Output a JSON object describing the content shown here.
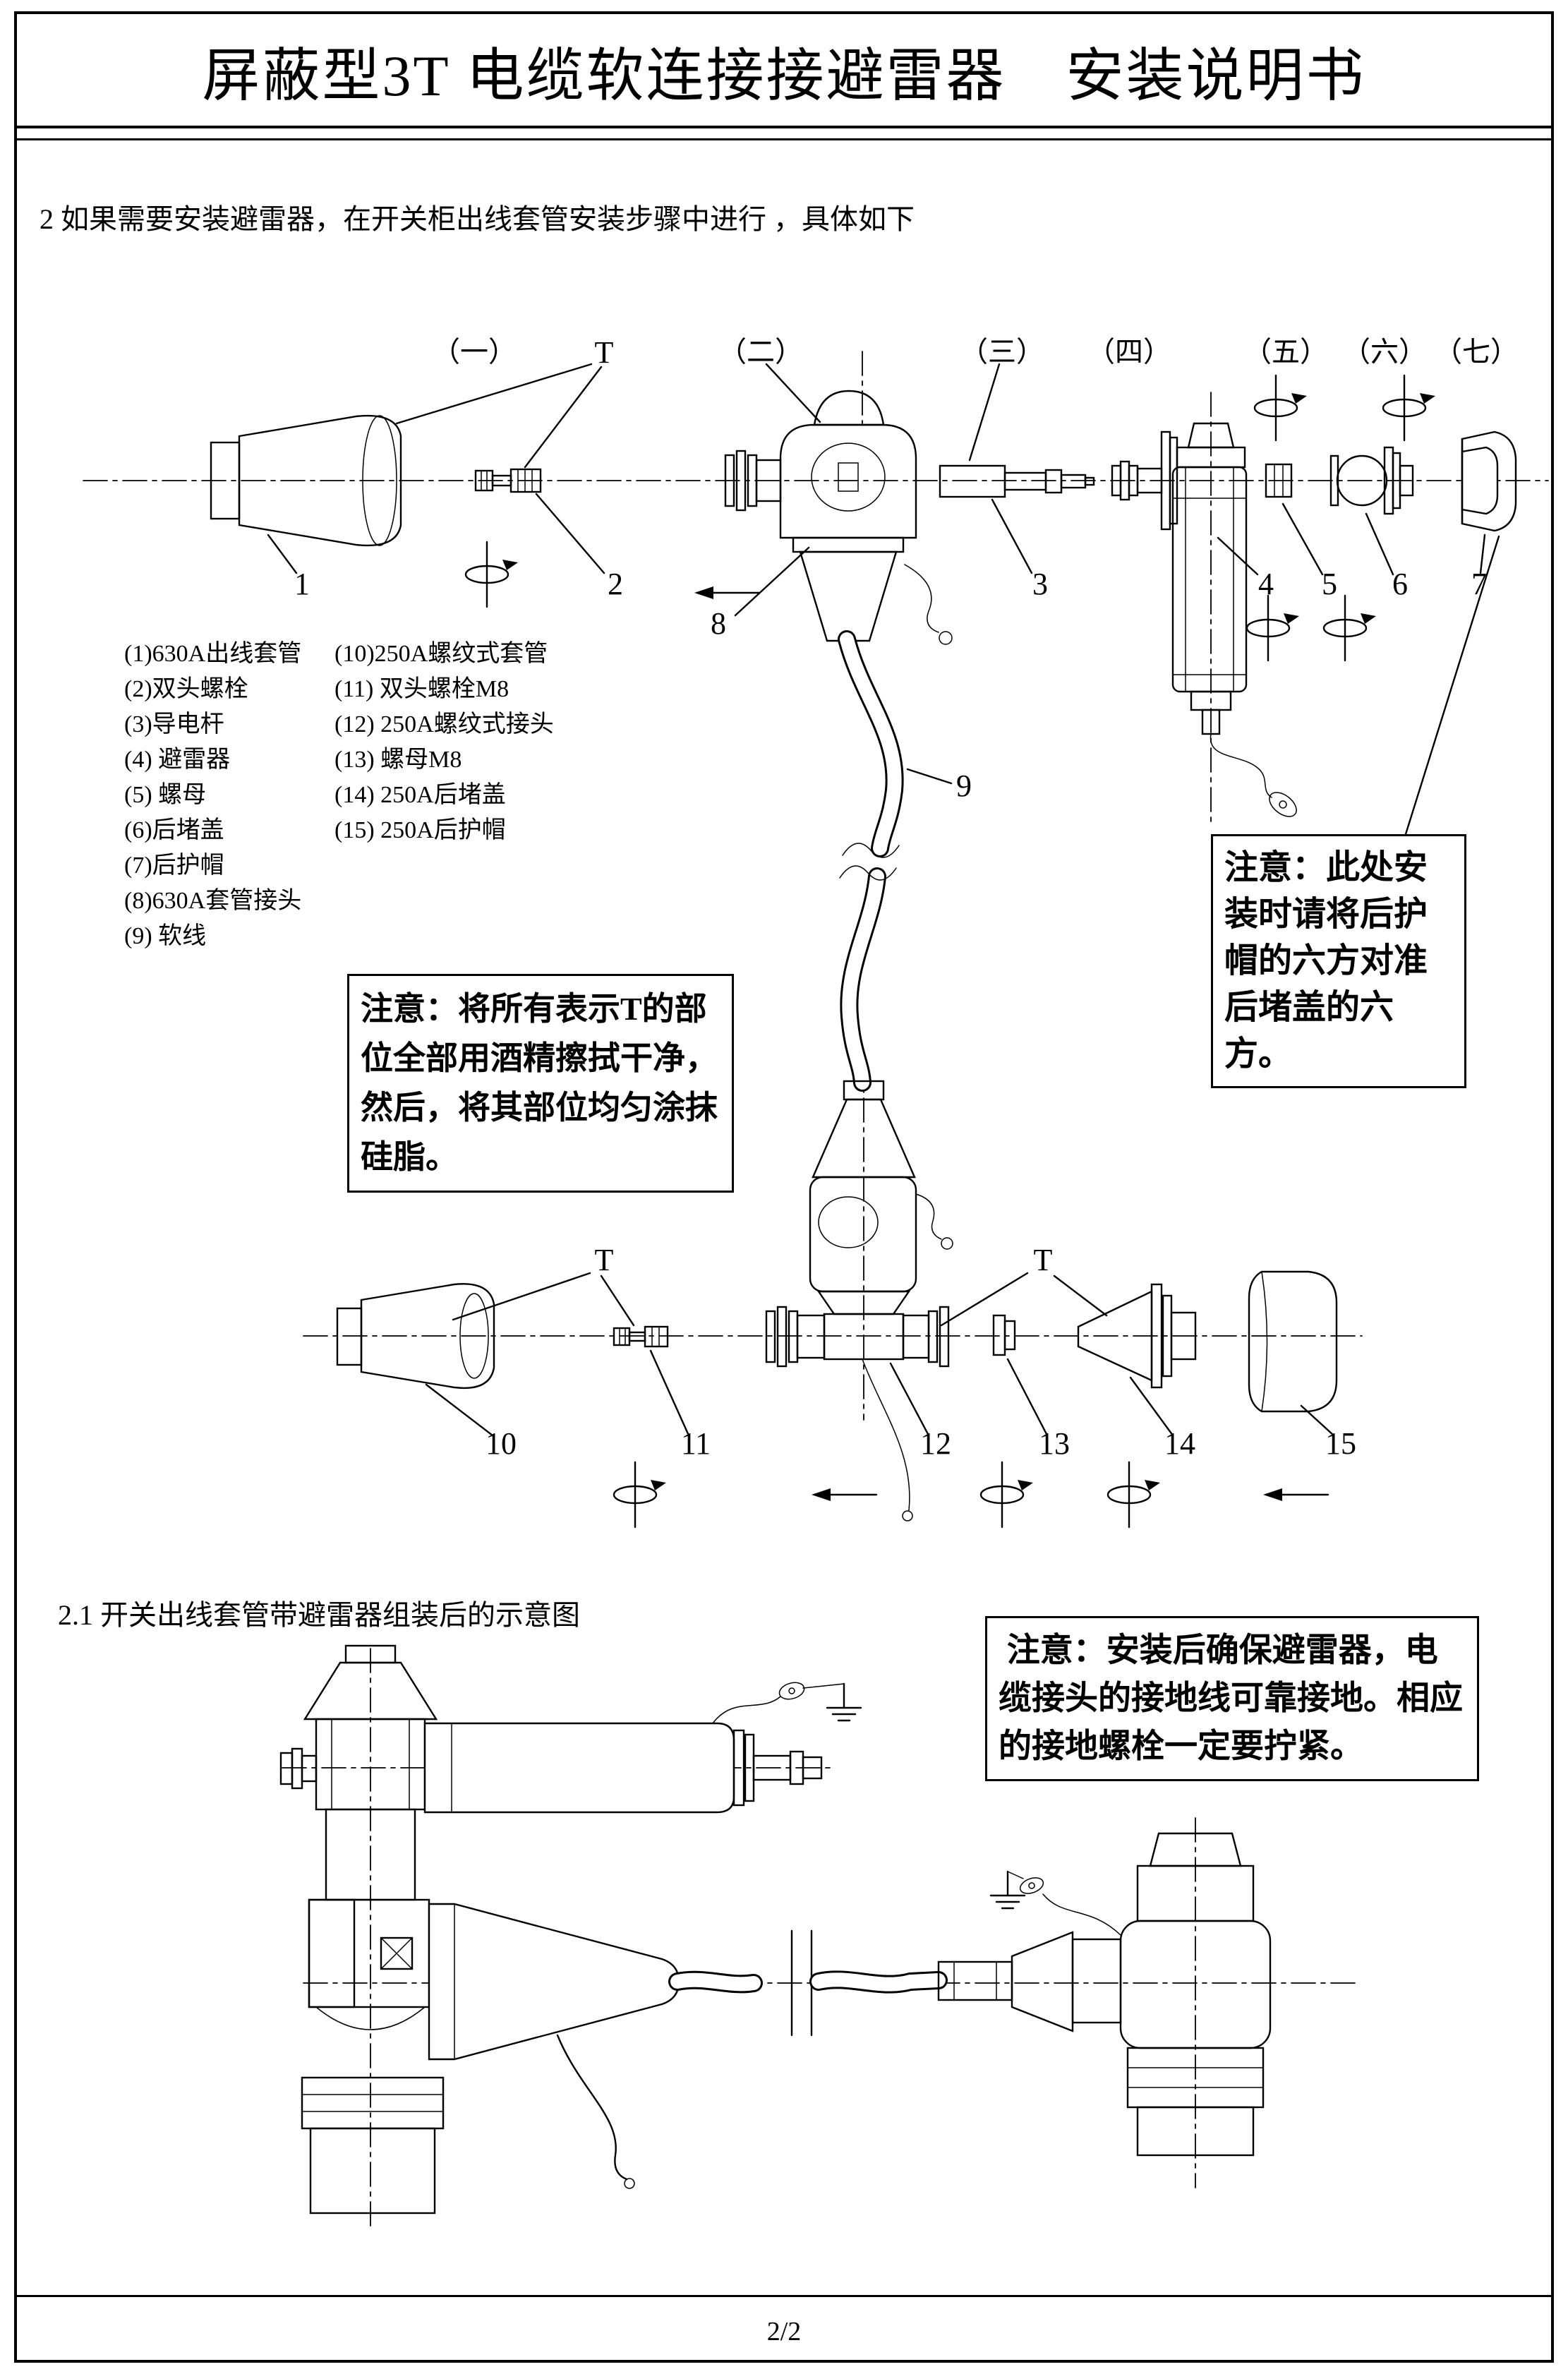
{
  "page": {
    "title": "屏蔽型3T 电缆软连接接避雷器　安装说明书",
    "page_number": "2/2"
  },
  "sections": {
    "step2_heading": "2 如果需要安装避雷器，在开关柜出线套管安装步骤中进行 ，具体如下",
    "step21_heading": "2.1 开关出线套管带避雷器组装后的示意图"
  },
  "diagram": {
    "seq_labels": [
      "（一）",
      "（二）",
      "（三）",
      "（四）",
      "（五）",
      "（六）",
      "（七）"
    ],
    "t_label": "T",
    "part_numbers": [
      "1",
      "2",
      "3",
      "4",
      "5",
      "6",
      "7",
      "8",
      "9",
      "10",
      "11",
      "12",
      "13",
      "14",
      "15"
    ]
  },
  "parts_list": {
    "col1": [
      "(1)630A出线套管",
      "(2)双头螺栓",
      "(3)导电杆",
      "(4) 避雷器",
      "(5) 螺母",
      "(6)后堵盖",
      "(7)后护帽",
      "(8)630A套管接头",
      "(9) 软线"
    ],
    "col2": [
      "(10)250A螺纹式套管",
      "(11) 双头螺栓M8",
      "(12) 250A螺纹式接头",
      "(13) 螺母M8",
      "(14) 250A后堵盖",
      "(15) 250A后护帽"
    ]
  },
  "notes": {
    "alcohol": "注意：将所有表示T的部位全部用酒精擦拭干净，然后，将其部位均匀涂抹硅脂。",
    "hex_align": "注意：此处安装时请将后护帽的六方对准后堵盖的六方。",
    "grounding": " 注意：安装后确保避雷器，电缆接头的接地线可靠接地。相应的接地螺栓一定要拧紧。"
  }
}
